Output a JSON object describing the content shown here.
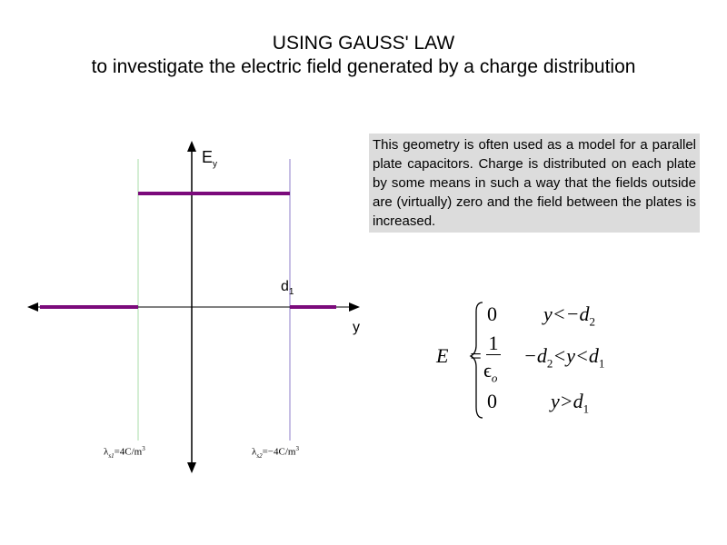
{
  "title": "USING GAUSS' LAW",
  "subtitle": "to investigate the electric field generated by a charge distribution",
  "note": "This geometry is often used as a model for a parallel plate capacitors.  Charge is distributed on each plate by some means in such a way that the fields outside are (virtually) zero and the field between the plates is increased.",
  "axis": {
    "y_label": "E",
    "y_sub": "y",
    "x_label": "y",
    "d1_label": "d",
    "d1_sub": "1"
  },
  "plates": [
    {
      "lambda": "λ",
      "sub": "s1",
      "value": "=4C/m",
      "exp": "3"
    },
    {
      "lambda": "λ",
      "sub": "s2",
      "value": "=−4C/m",
      "exp": "3"
    }
  ],
  "equation": {
    "lhs": "E⃗ =",
    "rows": [
      {
        "value": "0",
        "cond": "y<−d",
        "cond_sub": "2",
        "cond_tail": ""
      },
      {
        "value_num": "1",
        "value_den": "ϵ",
        "value_den_sub": "o",
        "cond": "−d",
        "cond_sub": "2",
        "cond_tail": "<y<d",
        "cond_tail_sub": "1"
      },
      {
        "value": "0",
        "cond": "y>d",
        "cond_sub": "1",
        "cond_tail": ""
      }
    ]
  },
  "colors": {
    "field": "#7b0a7b",
    "plate1": "#a8dca8",
    "plate2": "#8c7cc8"
  }
}
